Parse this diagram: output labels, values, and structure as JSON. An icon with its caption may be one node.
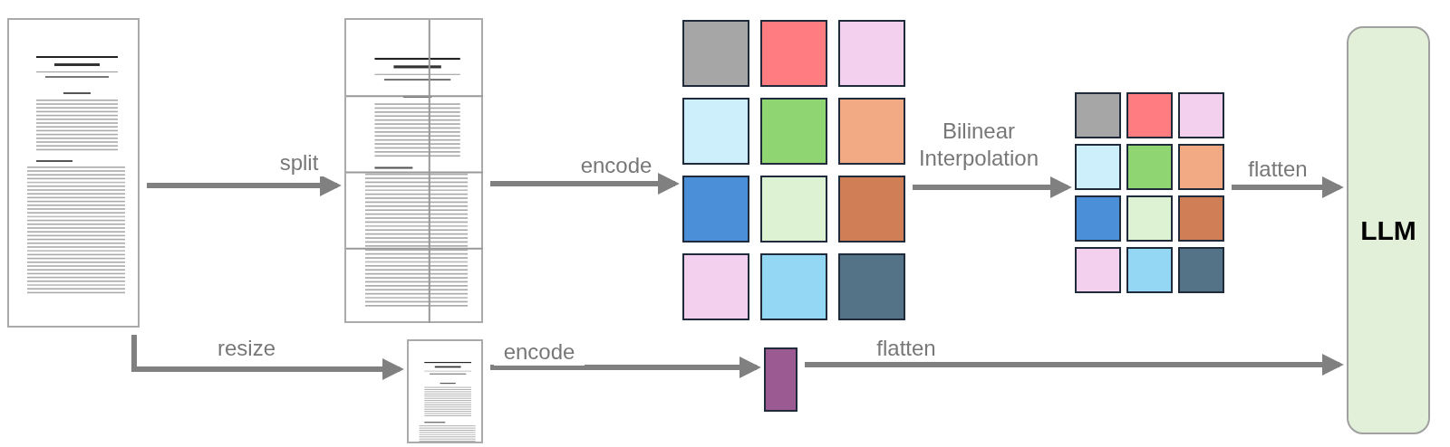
{
  "diagram": {
    "nodes": [
      {
        "text": [],
        "shape": "picture"
      },
      {
        "text": [],
        "shape": "picture"
      },
      {
        "text": [],
        "shape": "box"
      },
      {
        "text": [],
        "shape": "box"
      },
      {
        "text": [
          "LLM"
        ]
      },
      {
        "text": [],
        "shape": "picture"
      },
      {
        "text": [],
        "shape": "box"
      }
    ],
    "edges": [
      {
        "from": 0,
        "to": 1,
        "arrow": "to",
        "label": "split"
      },
      {
        "from": 1,
        "to": 2,
        "arrow": "to",
        "label": "encode"
      },
      {
        "from": 2,
        "to": 3,
        "arrow": "to",
        "label": "Bilinear Interpolation"
      },
      {
        "from": 3,
        "to": 4,
        "arrow": "to",
        "label": "flatten"
      },
      {
        "from": 0,
        "to": 5,
        "arrow": "to",
        "label": "resize"
      },
      {
        "from": 5,
        "to": 6,
        "arrow": "to",
        "label": "encode"
      },
      {
        "from": 6,
        "to": 4,
        "arrow": "to",
        "label": "flatten"
      }
    ]
  }
}
